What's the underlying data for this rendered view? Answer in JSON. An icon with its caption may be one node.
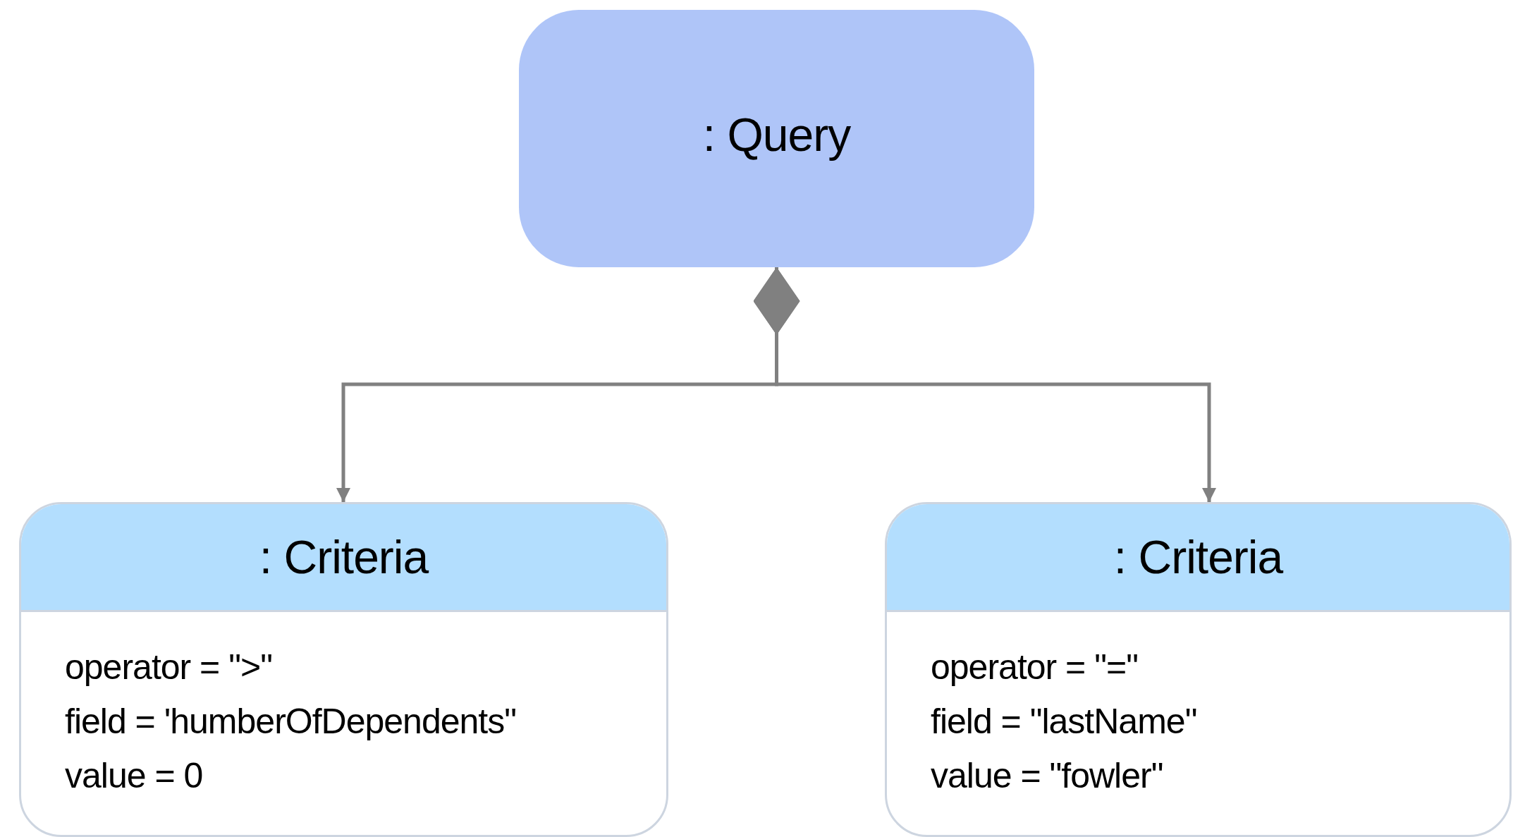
{
  "diagram": {
    "nodes": [
      {
        "text": [
          ": Query"
        ]
      },
      {
        "text": [
          ": Criteria",
          "operator = \">\"",
          "field = 'humberOfDependents\"",
          "value = 0"
        ]
      },
      {
        "text": [
          ": Criteria",
          "operator = \"=\"",
          "field = \"lastName\"",
          "value = \"fowler\""
        ]
      }
    ],
    "edges": [
      {
        "from": 0,
        "to": 1,
        "arrow": "to"
      },
      {
        "from": 0,
        "to": 2,
        "arrow": "to"
      }
    ]
  }
}
